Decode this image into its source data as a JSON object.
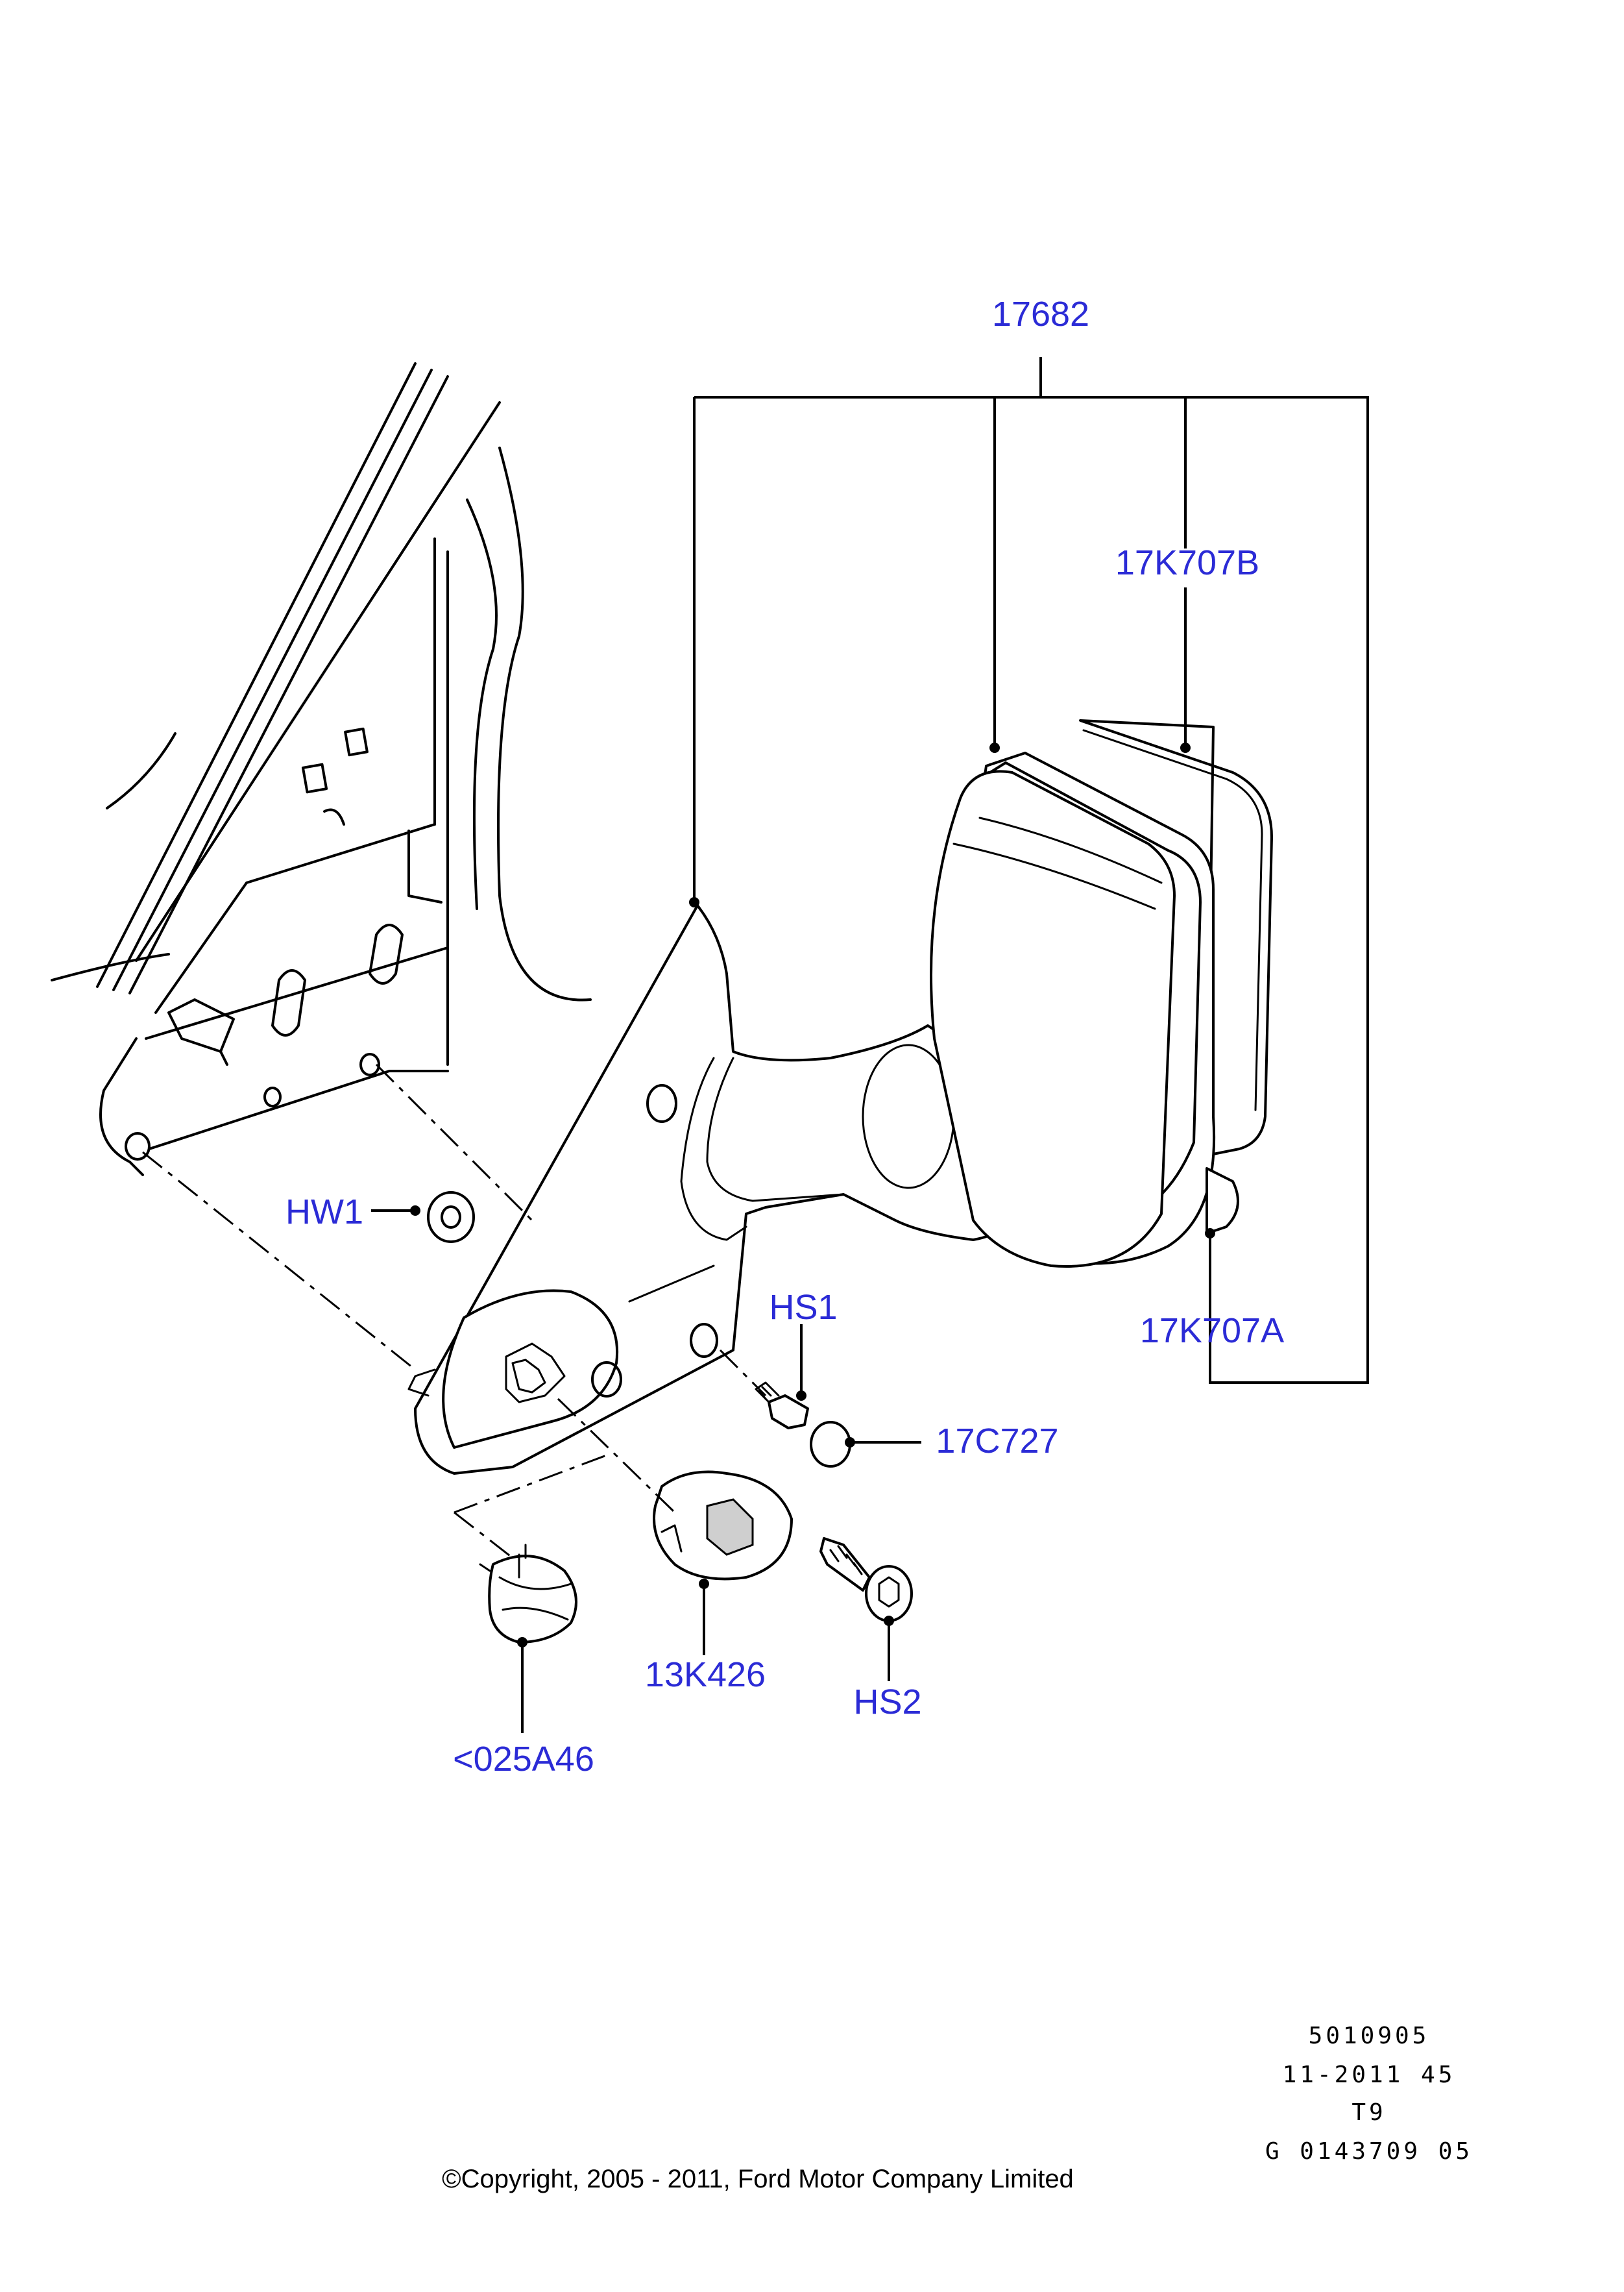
{
  "callouts": {
    "c17682": "17682",
    "c17k707b": "17K707B",
    "c17k707a": "17K707A",
    "chw1": "HW1",
    "chs1": "HS1",
    "c17c727": "17C727",
    "c13k426": "13K426",
    "chs2": "HS2",
    "c025a46": "<025A46"
  },
  "meta": {
    "line1": "5010905",
    "line2": "11-2011 45",
    "line3": "T9",
    "line4": "G 0143709 05"
  },
  "copyright": "©Copyright, 2005 - 2011, Ford Motor Company Limited"
}
